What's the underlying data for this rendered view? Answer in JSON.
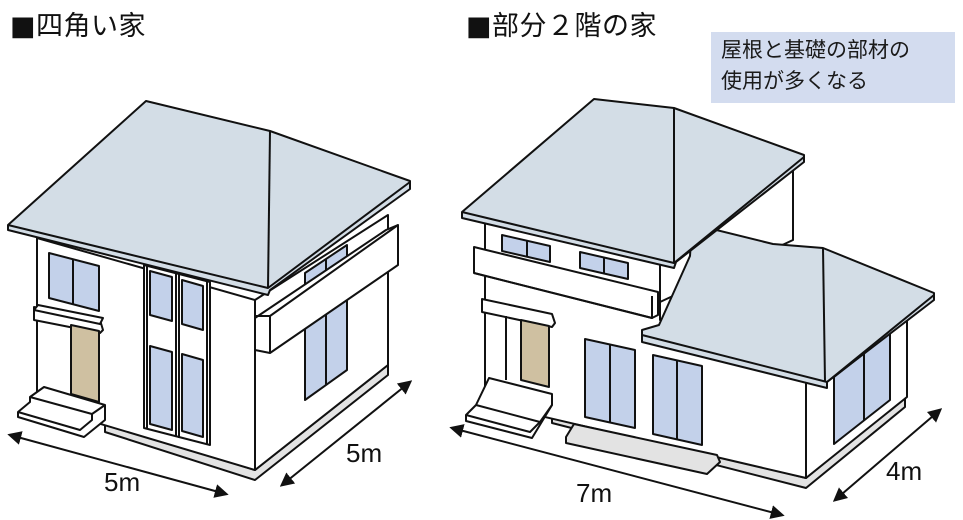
{
  "titles": {
    "left": "■四角い家",
    "right": "■部分２階の家"
  },
  "note": {
    "line1": "屋根と基礎の部材の",
    "line2": "使用が多くなる"
  },
  "dimensions": {
    "left_width": "5m",
    "left_depth": "5m",
    "right_width": "7m",
    "right_depth": "4m"
  },
  "colors": {
    "roof": "#d3dde6",
    "window": "#c3d1ea",
    "door": "#cfc0a1",
    "wall": "#ffffff",
    "foundation": "#e3e3e3",
    "note_bg": "#d3dcef",
    "stroke": "#111111"
  }
}
